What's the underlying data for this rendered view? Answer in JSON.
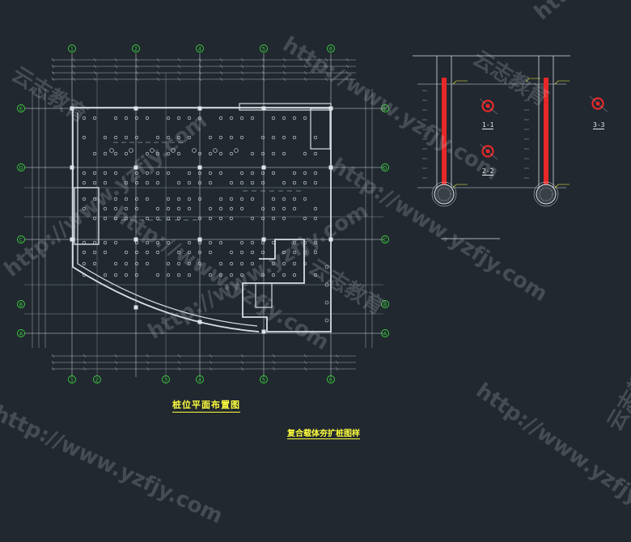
{
  "titles": {
    "main_plan": "桩位平面布置图",
    "detail": "复合载体夯扩桩图样"
  },
  "sections": {
    "s1": "1-1",
    "s2": "2-2",
    "s3": "3-3"
  },
  "axis_labels": {
    "top": [
      "1",
      "2",
      "4",
      "5",
      "6"
    ],
    "bottom": [
      "1",
      "2",
      "3",
      "4",
      "5",
      "6"
    ],
    "left": [
      "E",
      "D",
      "C",
      "B",
      "A"
    ],
    "right": [
      "E",
      "D",
      "C",
      "B",
      "A"
    ]
  },
  "watermark": {
    "url": "http://www.yzfjy.com",
    "brand": "云志教育"
  },
  "colors": {
    "background": "#212830",
    "lines": "#d8dde2",
    "axis_bubble": "#3cd23c",
    "titles": "#ffff3c",
    "pile_red": "#e62828"
  }
}
